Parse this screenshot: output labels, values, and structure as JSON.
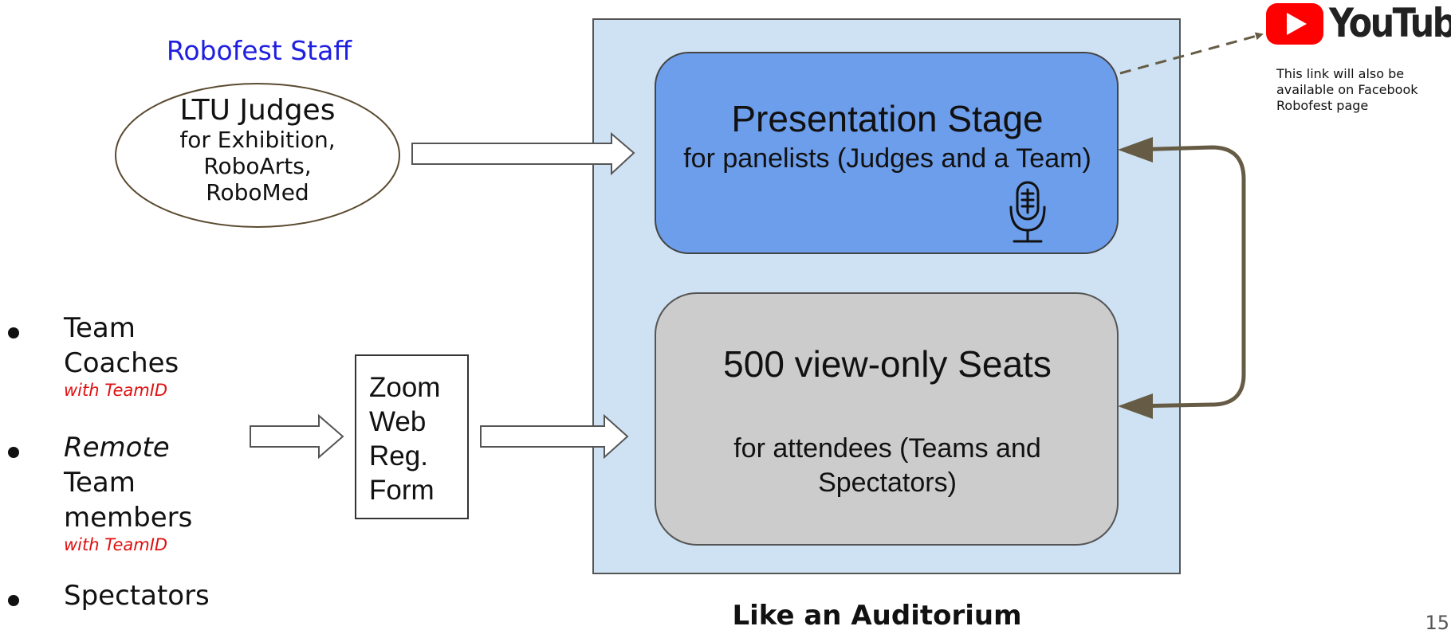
{
  "staff": {
    "title": "Robofest Staff"
  },
  "judges": {
    "title": "LTU Judges",
    "subtitle": "for Exhibition,\nRoboArts,\nRoboMed"
  },
  "attendees": [
    {
      "label": "Team\nCoaches",
      "note": "with TeamID"
    },
    {
      "label": "Remote\nTeam\nmembers",
      "note": "with TeamID"
    },
    {
      "label": "Spectators",
      "note": ""
    }
  ],
  "registration": {
    "label": "Zoom\nWeb\nReg.\nForm"
  },
  "stage": {
    "title": "Presentation Stage",
    "subtitle": "for panelists (Judges and a Team)"
  },
  "seats": {
    "title": "500 view-only Seats",
    "subtitle": "for attendees (Teams and Spectators)"
  },
  "youtube": {
    "wordmark": "YouTube",
    "note": "This link will also be available on Facebook Robofest page"
  },
  "caption": "Like an Auditorium",
  "page_number": "15",
  "colors": {
    "auditorium_fill": "#cfe2f3",
    "stage_fill": "#6d9eeb",
    "seats_fill": "#cccccc",
    "connector": "#665c45",
    "youtube_red": "#ff0000",
    "staff_title": "#1f1fe0",
    "note_red": "#e01010"
  },
  "icons": {
    "microphone": "microphone-icon",
    "youtube": "youtube-play-icon"
  }
}
